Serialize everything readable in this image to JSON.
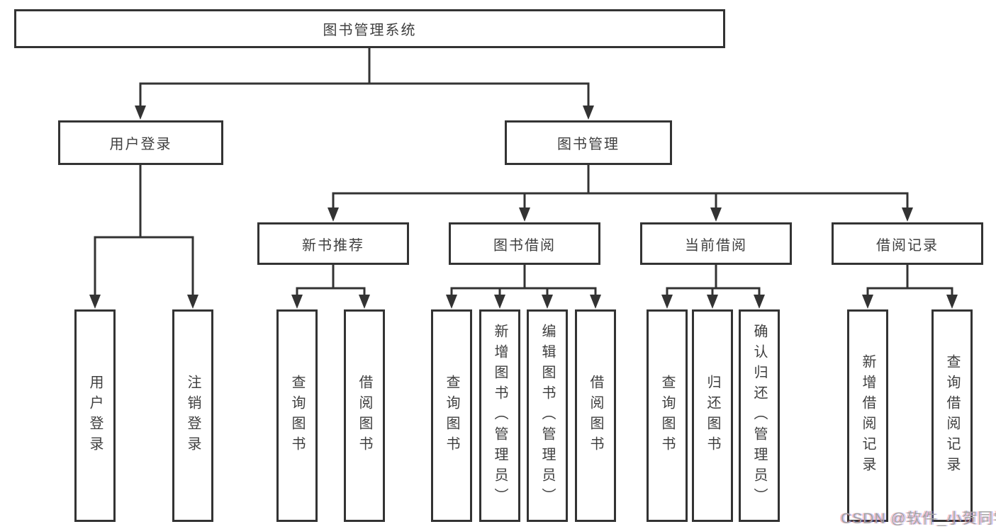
{
  "diagram_title": "图书管理系统",
  "tree": {
    "label": "图书管理系统",
    "children": [
      {
        "label": "用户登录",
        "children": [
          {
            "label": "用户登录"
          },
          {
            "label": "注销登录"
          }
        ]
      },
      {
        "label": "图书管理",
        "children": [
          {
            "label": "新书推荐",
            "children": [
              {
                "label": "查询图书"
              },
              {
                "label": "借阅图书"
              }
            ]
          },
          {
            "label": "图书借阅",
            "children": [
              {
                "label": "查询图书"
              },
              {
                "label": "新增图书（管理员）"
              },
              {
                "label": "编辑图书（管理员）"
              },
              {
                "label": "借阅图书"
              }
            ]
          },
          {
            "label": "当前借阅",
            "children": [
              {
                "label": "查询图书"
              },
              {
                "label": "归还图书"
              },
              {
                "label": "确认归还（管理员）"
              }
            ]
          },
          {
            "label": "借阅记录",
            "children": [
              {
                "label": "新增借阅记录"
              },
              {
                "label": "查询借阅记录"
              }
            ]
          }
        ]
      }
    ]
  },
  "watermark": {
    "text": "CSDN @软件_小贺同学"
  },
  "colors": {
    "line": "#333333",
    "box_border": "#333333",
    "box_fill": "#ffffff",
    "text": "#3f3f3f",
    "watermark": "#a3a3a3",
    "background": "#ffffff"
  }
}
